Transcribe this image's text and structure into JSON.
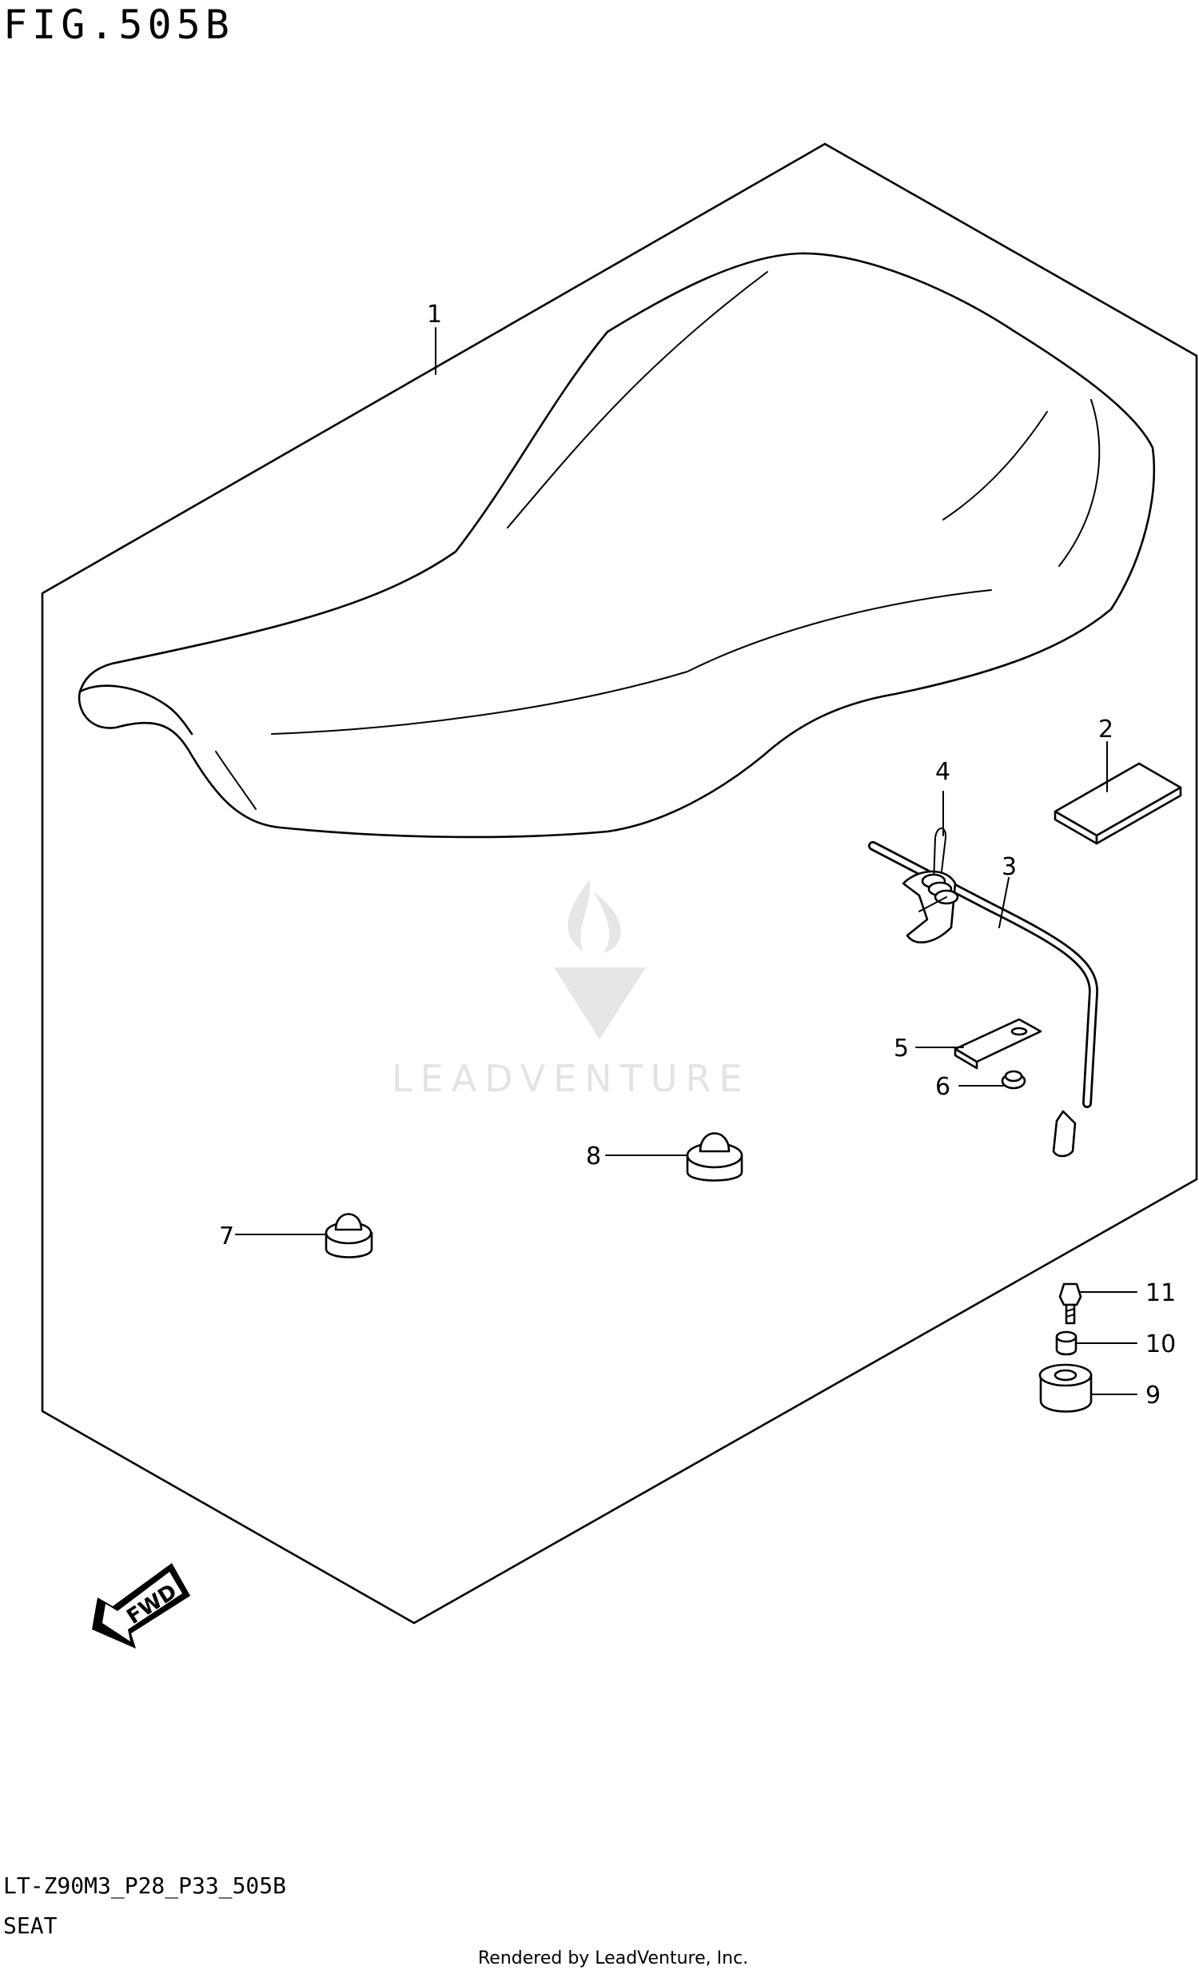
{
  "figure": {
    "title": "FIG.505B",
    "code": "LT-Z90M3_P28_P33_505B",
    "name": "SEAT",
    "fwd_label": "FWD"
  },
  "watermark": {
    "text": "LEADVENTURE"
  },
  "footer": {
    "text": "Rendered by LeadVenture, Inc."
  },
  "callouts": [
    "1",
    "2",
    "3",
    "4",
    "5",
    "6",
    "7",
    "8",
    "9",
    "10",
    "11"
  ]
}
